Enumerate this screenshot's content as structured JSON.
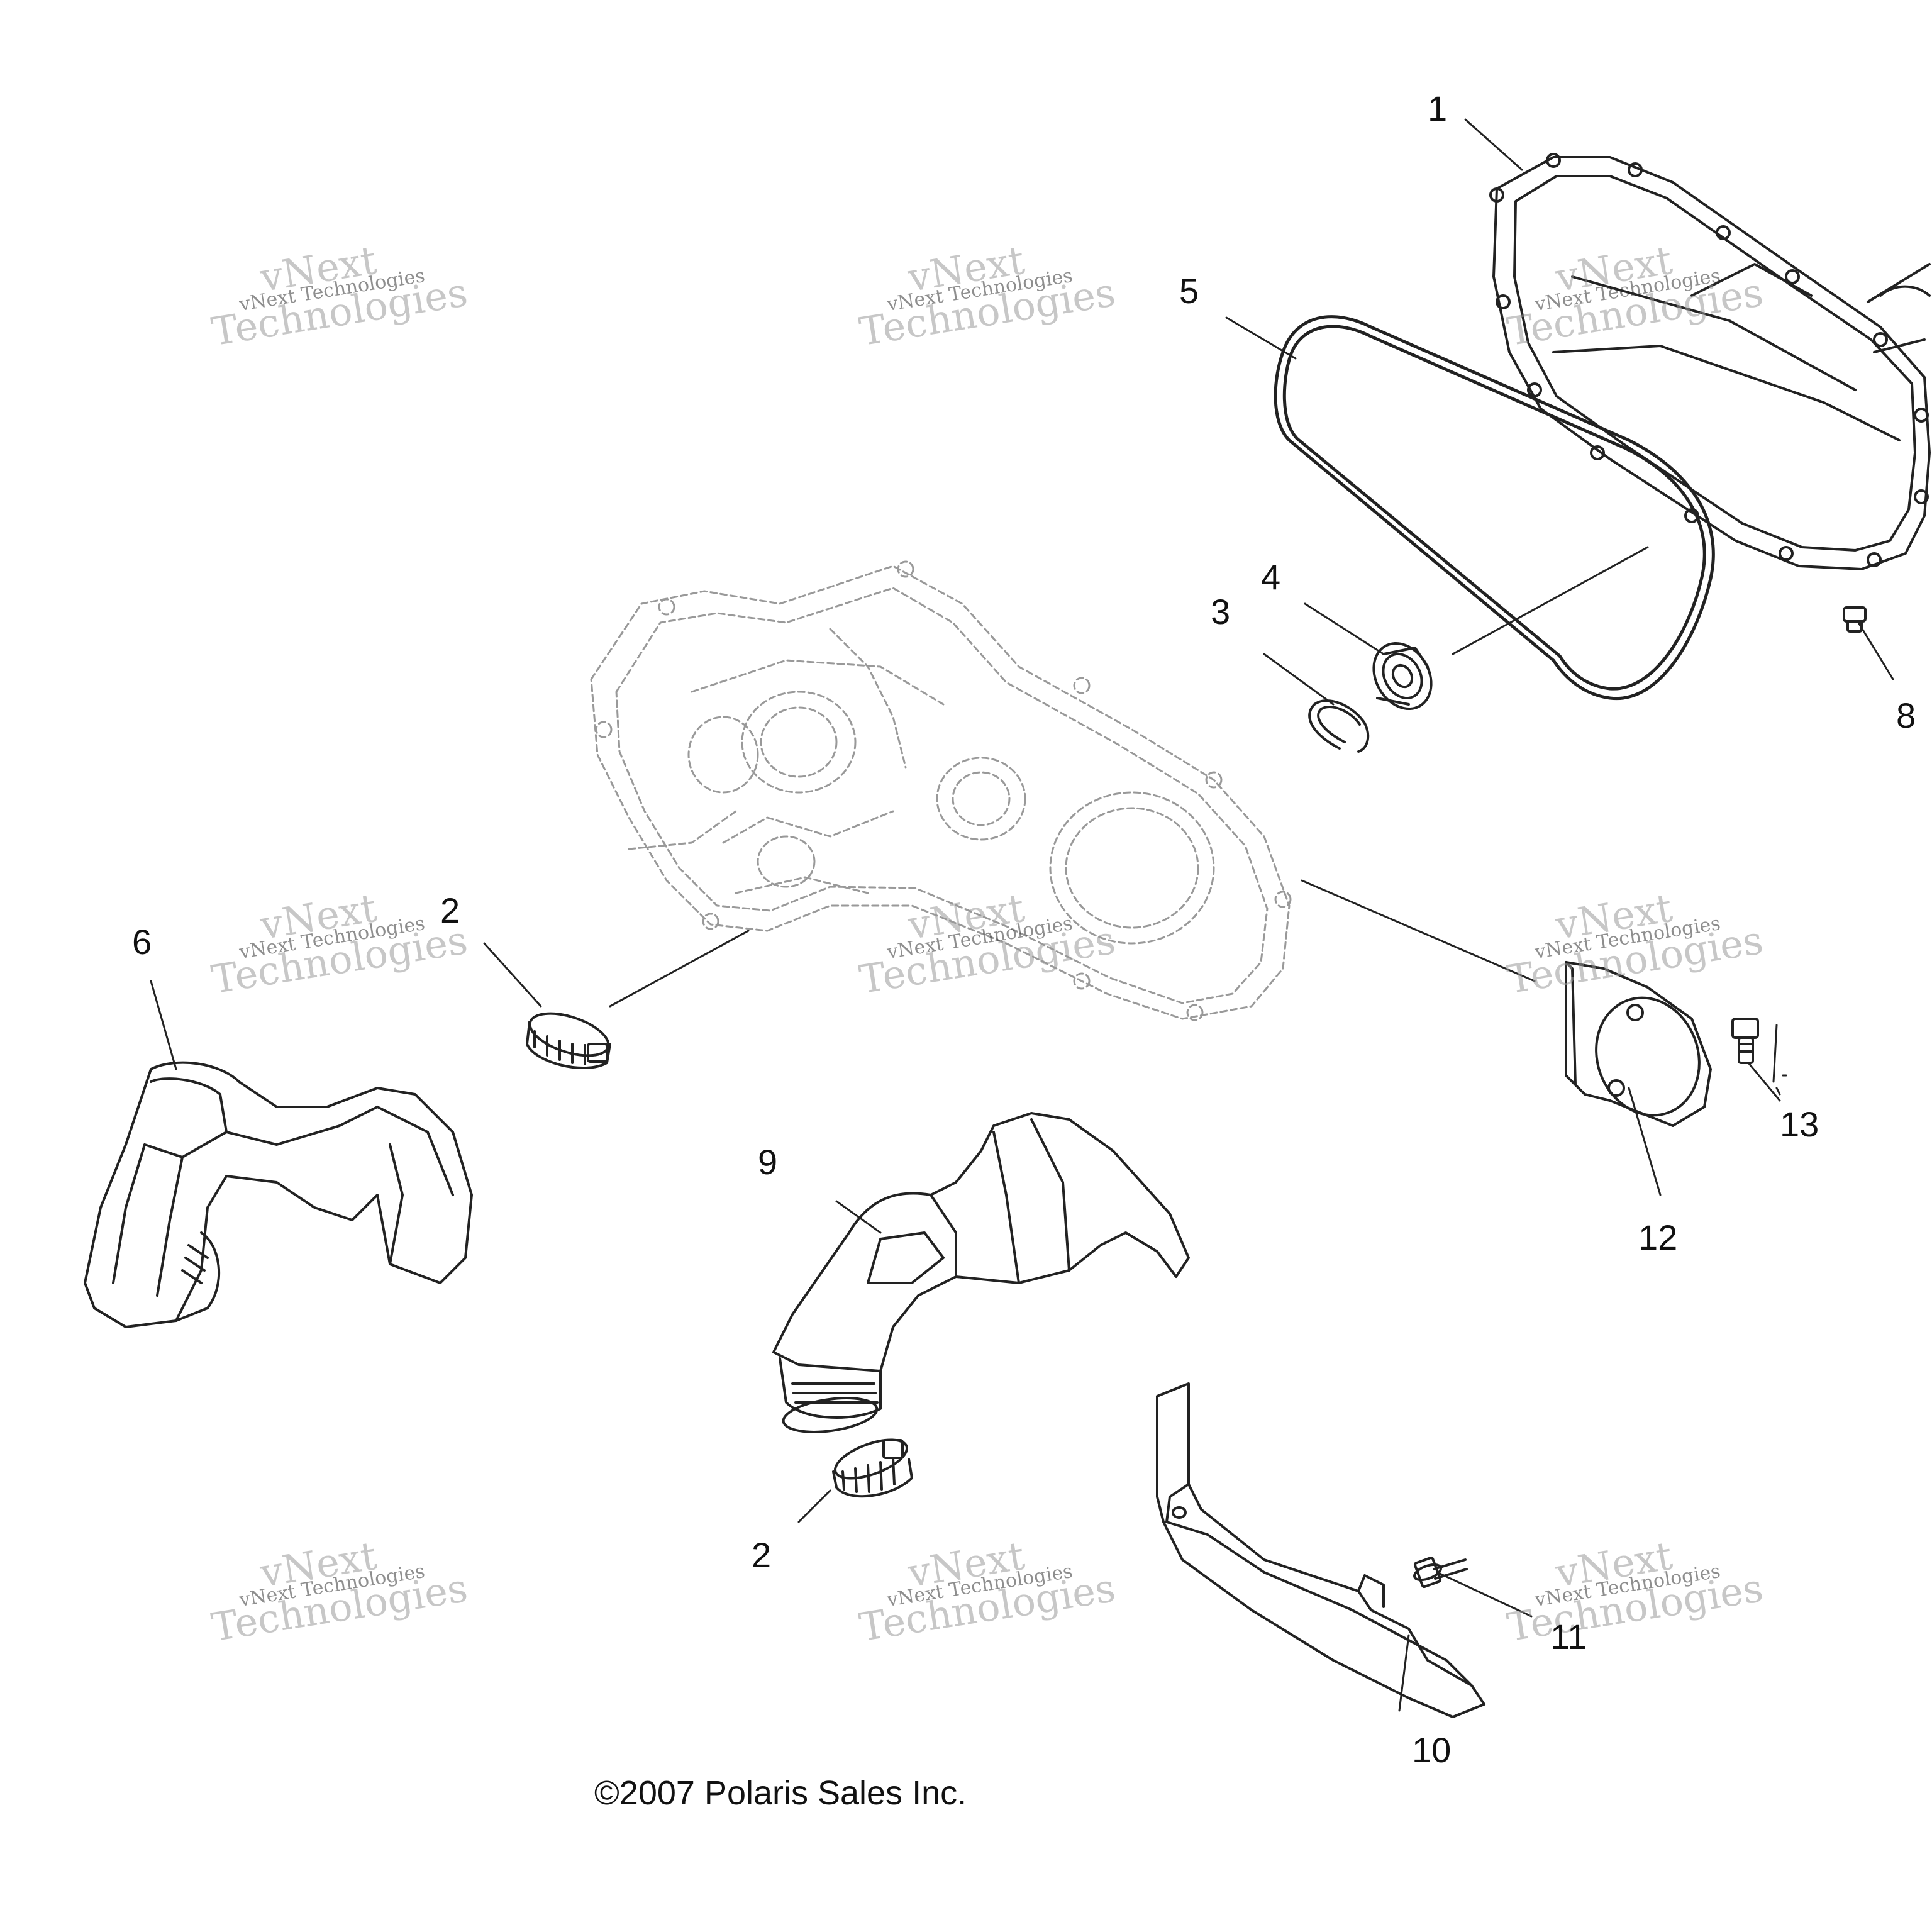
{
  "callouts": [
    "1",
    "2",
    "2",
    "3",
    "4",
    "5",
    "6",
    "8",
    "9",
    "10",
    "11",
    "12",
    "13"
  ],
  "watermark": {
    "line_big_1": "vNext",
    "line_big_2": "Technologies",
    "line_small": "vNext Technologies"
  },
  "copyright": "©2007 Polaris Sales Inc."
}
